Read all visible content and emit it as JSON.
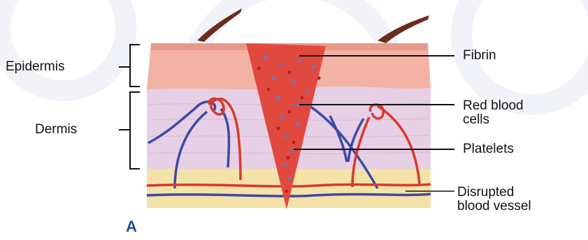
{
  "figure": {
    "panel_letter": "A",
    "layers": {
      "epidermis": "Epidermis",
      "dermis": "Dermis"
    },
    "callouts": {
      "fibrin": "Fibrin",
      "red_blood_cells": "Red blood\ncells",
      "platelets": "Platelets",
      "disrupted_vessel": "Disrupted\nblood vessel"
    },
    "colors": {
      "epidermis": "#f2b3a4",
      "dermis": "#e7cfe6",
      "fat": "#f4e2a8",
      "wound": "#e2493e",
      "artery": "#d63a2d",
      "vein": "#3b4aa6",
      "panel_letter": "#1f4f8c"
    }
  }
}
